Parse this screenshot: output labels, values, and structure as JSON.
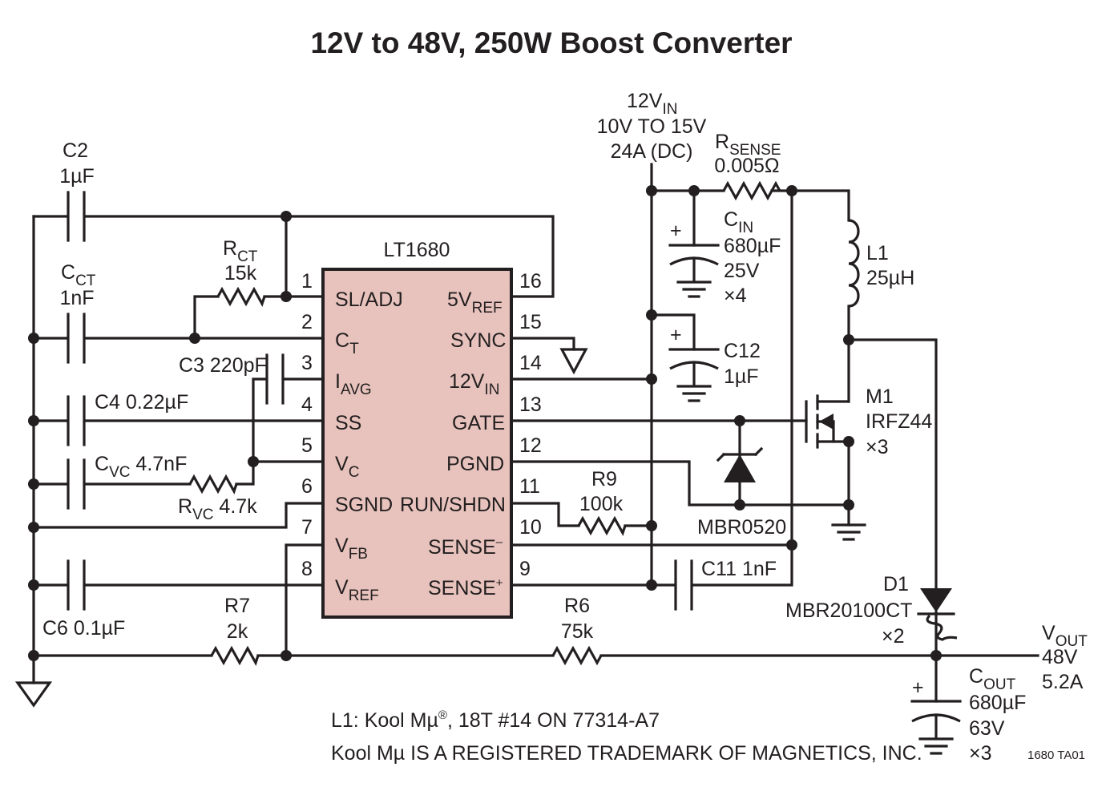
{
  "title": "12V to 48V, 250W Boost  Converter",
  "ic": {
    "name": "LT1680",
    "fill": "#e8c3bd",
    "left_pins": [
      {
        "num": "1",
        "name": "SL/ADJ",
        "sub": ""
      },
      {
        "num": "2",
        "name": "C",
        "sub": "T"
      },
      {
        "num": "3",
        "name": "I",
        "sub": "AVG"
      },
      {
        "num": "4",
        "name": "SS",
        "sub": ""
      },
      {
        "num": "5",
        "name": "V",
        "sub": "C"
      },
      {
        "num": "6",
        "name": "SGND",
        "sub": ""
      },
      {
        "num": "7",
        "name": "V",
        "sub": "FB"
      },
      {
        "num": "8",
        "name": "V",
        "sub": "REF"
      }
    ],
    "right_pins": [
      {
        "num": "16",
        "name": "5V",
        "sub": "REF",
        "sup": ""
      },
      {
        "num": "15",
        "name": "SYNC",
        "sub": "",
        "sup": ""
      },
      {
        "num": "14",
        "name": "12V",
        "sub": "IN",
        "sup": ""
      },
      {
        "num": "13",
        "name": "GATE",
        "sub": "",
        "sup": ""
      },
      {
        "num": "12",
        "name": "PGND",
        "sub": "",
        "sup": ""
      },
      {
        "num": "11",
        "name": "RUN/SHDN",
        "sub": "",
        "sup": ""
      },
      {
        "num": "10",
        "name": "SENSE",
        "sub": "",
        "sup": "–"
      },
      {
        "num": "9",
        "name": "SENSE",
        "sub": "",
        "sup": "+"
      }
    ]
  },
  "components": {
    "c2": {
      "ref": "C2",
      "value": "1µF"
    },
    "cct": {
      "ref": "C",
      "ref_sub": "CT",
      "value": "1nF"
    },
    "rct": {
      "ref": "R",
      "ref_sub": "CT",
      "value": "15k"
    },
    "c3": {
      "label": "C3 220pF"
    },
    "c4": {
      "label": "C4 0.22µF"
    },
    "cvc": {
      "ref": "C",
      "ref_sub": "VC",
      "value": " 4.7nF"
    },
    "rvc": {
      "ref": "R",
      "ref_sub": "VC",
      "value": " 4.7k"
    },
    "c6": {
      "label": "C6 0.1µF"
    },
    "r7": {
      "ref": "R7",
      "value": "2k"
    },
    "r6": {
      "ref": "R6",
      "value": "75k"
    },
    "r9": {
      "ref": "R9",
      "value": "100k"
    },
    "c11": {
      "label": "C11 1nF"
    },
    "zener": {
      "label": "MBR0520"
    },
    "vin": {
      "name": "12V",
      "sub": "IN",
      "range": "10V TO 15V",
      "current": "24A (DC)"
    },
    "rsense": {
      "ref": "R",
      "ref_sub": "SENSE",
      "value": "0.005Ω"
    },
    "cin": {
      "ref": "C",
      "ref_sub": "IN",
      "value": "680µF",
      "voltage": "25V",
      "qty": "×4"
    },
    "c12": {
      "ref": "C12",
      "value": "1µF"
    },
    "l1": {
      "ref": "L1",
      "value": "25µH"
    },
    "m1": {
      "ref": "M1",
      "part": "IRFZ44",
      "qty": "×3"
    },
    "d1": {
      "ref": "D1",
      "part": "MBR20100CT",
      "qty": "×2"
    },
    "vout": {
      "name": "V",
      "sub": "OUT",
      "voltage": "48V",
      "current": "5.2A"
    },
    "cout": {
      "ref": "C",
      "ref_sub": "OUT",
      "value": "680µF",
      "voltage": "63V",
      "qty": "×3"
    },
    "plus_sign": "+"
  },
  "notes": {
    "line1_pre": "L1: Kool Mµ",
    "line1_reg": "®",
    "line1_post": ", 18T #14 ON 77314-A7",
    "line2": "Kool Mµ IS A REGISTERED TRADEMARK OF MAGNETICS, INC."
  },
  "figure_id": "1680 TA01"
}
